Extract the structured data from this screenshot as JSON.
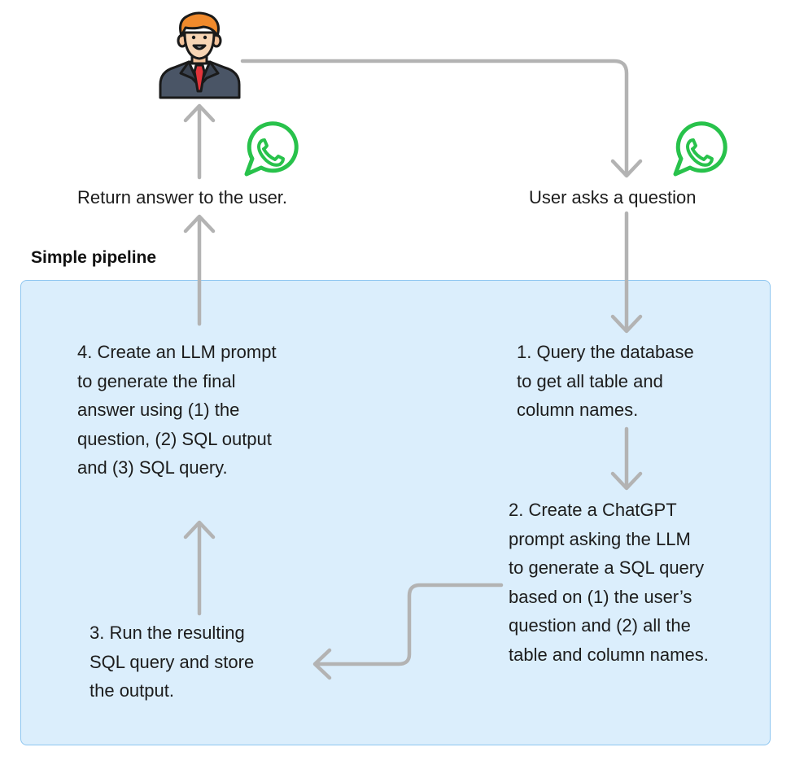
{
  "section_title": "Simple pipeline",
  "icons": {
    "user": "businessman-avatar-icon",
    "chat_left": "whatsapp-icon",
    "chat_right": "whatsapp-icon"
  },
  "colors": {
    "box_fill": "#dbeefc",
    "box_border": "#8ec6f0",
    "arrow": "#b3b3b3",
    "whatsapp": "#28c24b"
  },
  "nodes": {
    "return_answer": "Return answer to the user.",
    "user_question": "User asks a question",
    "step1": [
      "1. Query the database",
      "to get all table and",
      "column names."
    ],
    "step2": [
      "2. Create a ChatGPT",
      "prompt asking the LLM",
      "to generate a SQL query",
      "based on (1) the user’s",
      "question and (2) all the",
      "table and column names."
    ],
    "step3": [
      "3. Run the resulting",
      "SQL query and store",
      "the output."
    ],
    "step4": [
      "4. Create an LLM prompt",
      "to generate the final",
      "answer using (1) the",
      "question, (2) SQL output",
      "and (3) SQL query."
    ]
  }
}
